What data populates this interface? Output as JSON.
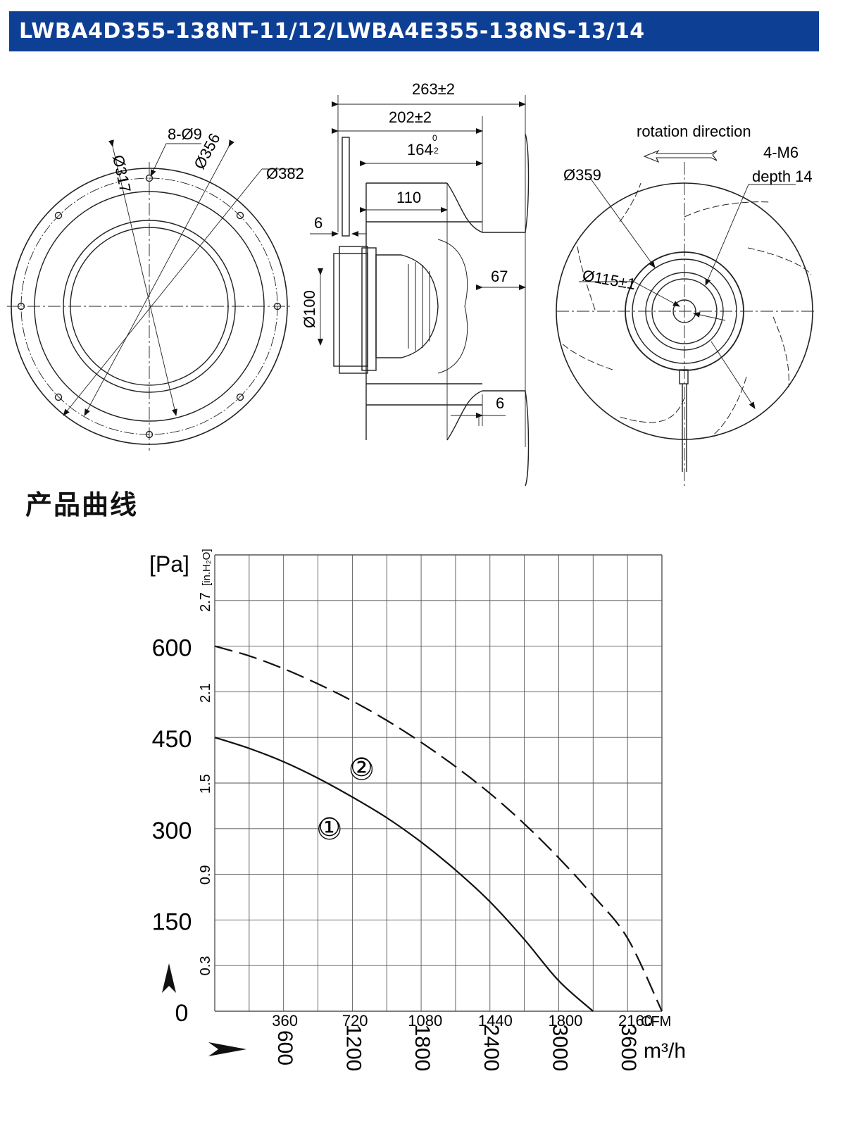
{
  "header": {
    "title": "LWBA4D355-138NT-11/12/LWBA4E355-138NS-13/14"
  },
  "drawing": {
    "front": {
      "d317": "Ø317",
      "holes": "8-Ø9",
      "d356": "Ø356",
      "d382": "Ø382"
    },
    "side": {
      "d263": "263±2",
      "d202": "202±2",
      "d164_main": "164",
      "d164_up": "0",
      "d164_low": "-2",
      "d110": "110",
      "d6a": "6",
      "d67": "67",
      "d100": "Ø100",
      "d6b": "6"
    },
    "rear": {
      "rotation": "rotation direction",
      "m6": "4-M6",
      "depth": "depth 14",
      "d359": "Ø359",
      "d115": "Ø115±1"
    }
  },
  "section_title": "产品曲线",
  "chart_data": {
    "type": "line",
    "xlabel_primary": "m³/h",
    "xlabel_secondary": "CFM",
    "ylabel_primary": "[Pa]",
    "ylabel_secondary": "[in.H₂O]",
    "xlim": [
      0,
      3900
    ],
    "ylim": [
      0,
      750
    ],
    "x_ticks": [
      600,
      1200,
      1800,
      2400,
      3000,
      3600
    ],
    "x_ticks_cfm": [
      360,
      720,
      1080,
      1440,
      1800,
      2160
    ],
    "y_ticks": [
      0,
      150,
      300,
      450,
      600
    ],
    "y_ticks_inh2o": [
      0.3,
      0.9,
      1.5,
      2.1,
      2.7
    ],
    "grid": true,
    "series": [
      {
        "name": "①",
        "style": "solid",
        "x": [
          0,
          300,
          600,
          900,
          1200,
          1500,
          1800,
          2100,
          2400,
          2700,
          3000,
          3300
        ],
        "y": [
          450,
          432,
          410,
          383,
          352,
          318,
          278,
          232,
          180,
          118,
          50,
          0
        ]
      },
      {
        "name": "②",
        "style": "dashed",
        "x": [
          0,
          300,
          600,
          900,
          1200,
          1500,
          1800,
          2100,
          2400,
          2700,
          3000,
          3300,
          3600,
          3900
        ],
        "y": [
          600,
          584,
          563,
          538,
          510,
          478,
          442,
          402,
          358,
          308,
          252,
          190,
          120,
          0
        ]
      }
    ]
  }
}
